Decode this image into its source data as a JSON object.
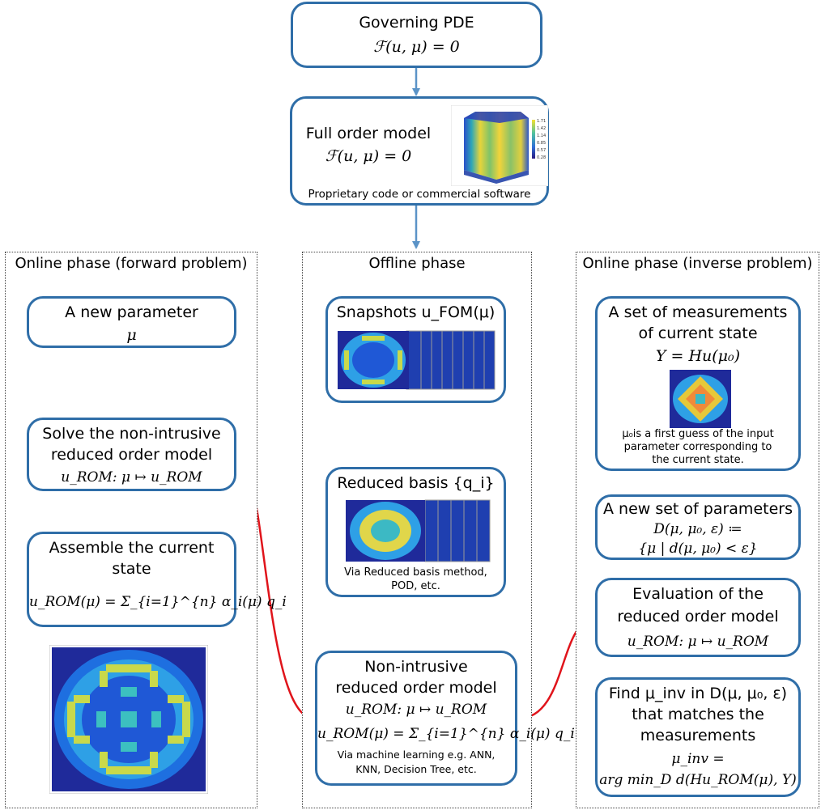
{
  "top": {
    "pde_title": "Governing PDE",
    "pde_eq": "ℱ(u, μ) = 0",
    "fom_title": "Full order model",
    "fom_eq": "ℱ(u, μ) = 0",
    "fom_note": "Proprietary code or commercial software",
    "colorbar_ticks": [
      "1.71",
      "1.42",
      "1.14",
      "0.85",
      "0.57",
      "0.28"
    ]
  },
  "forward": {
    "title": "Online phase (forward problem)",
    "box1_line1": "A new parameter",
    "box1_line2": "μ",
    "box2_line1": "Solve the non-intrusive",
    "box2_line2": "reduced order model",
    "box2_line3": "u_ROM: μ ↦ u_ROM",
    "box3_line1": "Assemble the current",
    "box3_line2": "state",
    "box3_line3": "u_ROM(μ) = Σ_{i=1}^{n} α_i(μ) q_i"
  },
  "offline": {
    "title": "Offline phase",
    "snap_title": "Snapshots u_FOM(μ)",
    "basis_title": "Reduced basis {q_i}",
    "basis_note1": "Via Reduced basis method,",
    "basis_note2": "POD, etc.",
    "nirom_line1": "Non-intrusive",
    "nirom_line2": "reduced order model",
    "nirom_line3": "u_ROM: μ ↦ u_ROM",
    "nirom_line4": "u_ROM(μ) = Σ_{i=1}^{n} α_i(μ) q_i",
    "nirom_note1": "Via machine learning e.g. ANN,",
    "nirom_note2": "KNN, Decision Tree, etc."
  },
  "inverse": {
    "title": "Online phase (inverse problem)",
    "meas_line1": "A set of measurements",
    "meas_line2": "of current state",
    "meas_line3": "Y = Hu(μ₀)",
    "meas_note1": "μ₀is a first guess of the input",
    "meas_note2": "parameter corresponding to",
    "meas_note3": "the current state.",
    "params_line1": "A new set of parameters",
    "params_line2": "D(μ, μ₀, ε) ≔",
    "params_line3": "{μ | d(μ, μ₀) < ε}",
    "eval_line1": "Evaluation of the",
    "eval_line2": "reduced order model",
    "eval_line3": "u_ROM: μ ↦ u_ROM",
    "find_line1": "Find μ_inv in D(μ, μ₀, ε)",
    "find_line2": "that matches the",
    "find_line3": "measurements",
    "find_line4": "μ_inv =",
    "find_line5": "arg min_D d(Hu_ROM(μ), Y)"
  },
  "colors": {
    "box_border": "#2f6ea8",
    "arrow": "#5b93c7",
    "feedback_arrow": "#e0141b"
  }
}
